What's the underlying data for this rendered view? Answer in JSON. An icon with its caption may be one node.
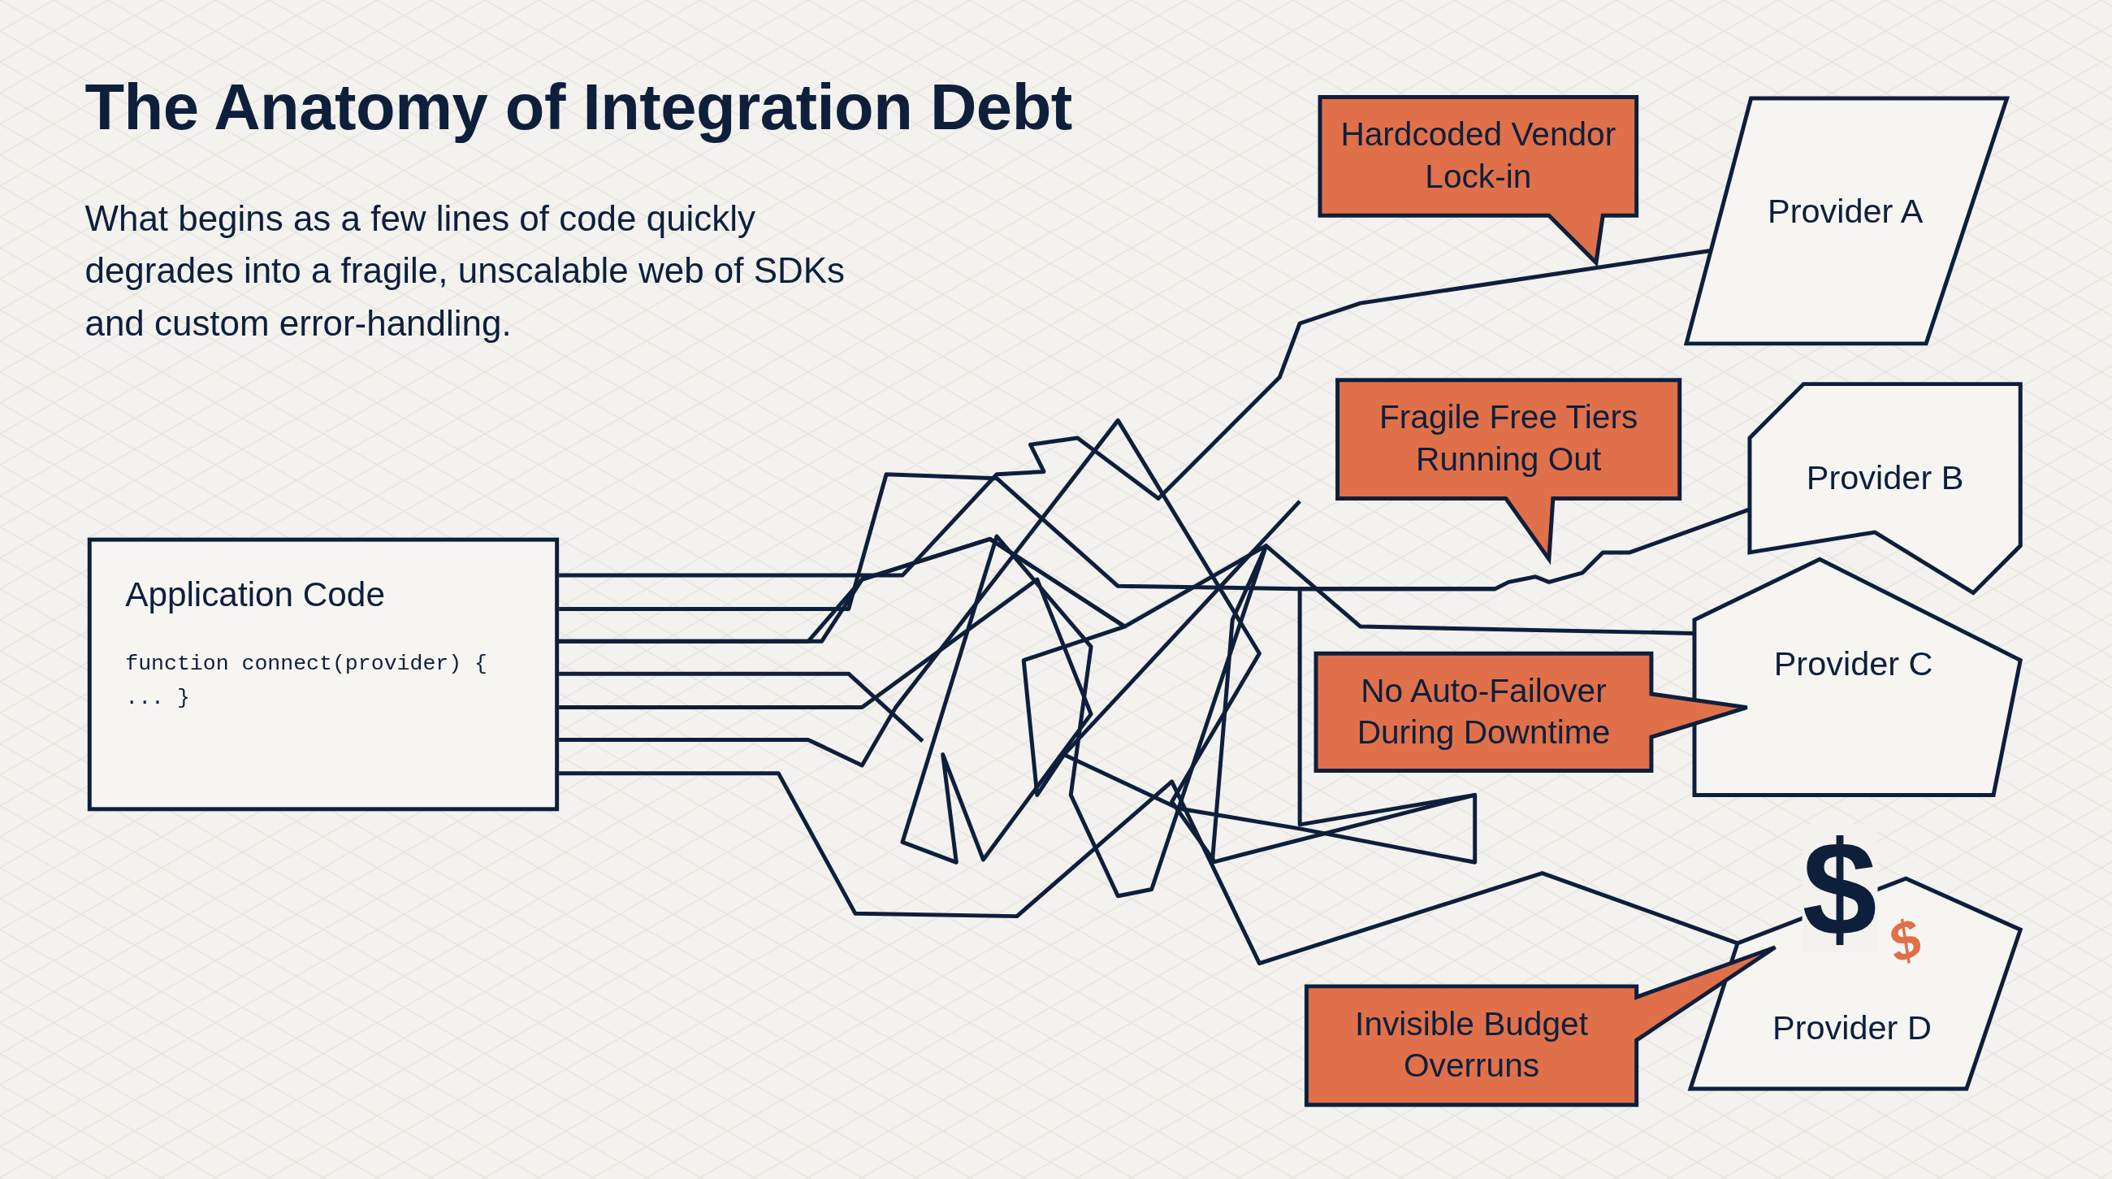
{
  "diagram": {
    "title": "The Anatomy of Integration Debt",
    "caption": "What begins as a few lines of code quickly degrades into a fragile, unscalable web of SDKs and custom error-handling.",
    "nodes": [
      {
        "text": [
          "Application Code",
          "function connect(provider) { ... }"
        ]
      },
      {
        "text": [
          "Provider A"
        ]
      },
      {
        "text": [
          "Provider B"
        ]
      },
      {
        "text": [
          "Provider C"
        ]
      },
      {
        "text": [
          "Provider D"
        ]
      },
      {
        "text": [
          "Hardcoded Vendor Lock-in"
        ]
      },
      {
        "text": [
          "Fragile Free Tiers Running Out"
        ]
      },
      {
        "text": [
          "No Auto-Failover During Downtime"
        ]
      },
      {
        "text": [
          "Invisible Budget Overruns"
        ]
      }
    ],
    "edges": [
      {
        "from": 0,
        "to": 1,
        "arrow": "none"
      },
      {
        "from": 0,
        "to": 2,
        "arrow": "none"
      },
      {
        "from": 0,
        "to": 3,
        "arrow": "none"
      },
      {
        "from": 0,
        "to": 4,
        "arrow": "none"
      }
    ],
    "labels": [
      "$",
      "$"
    ]
  }
}
